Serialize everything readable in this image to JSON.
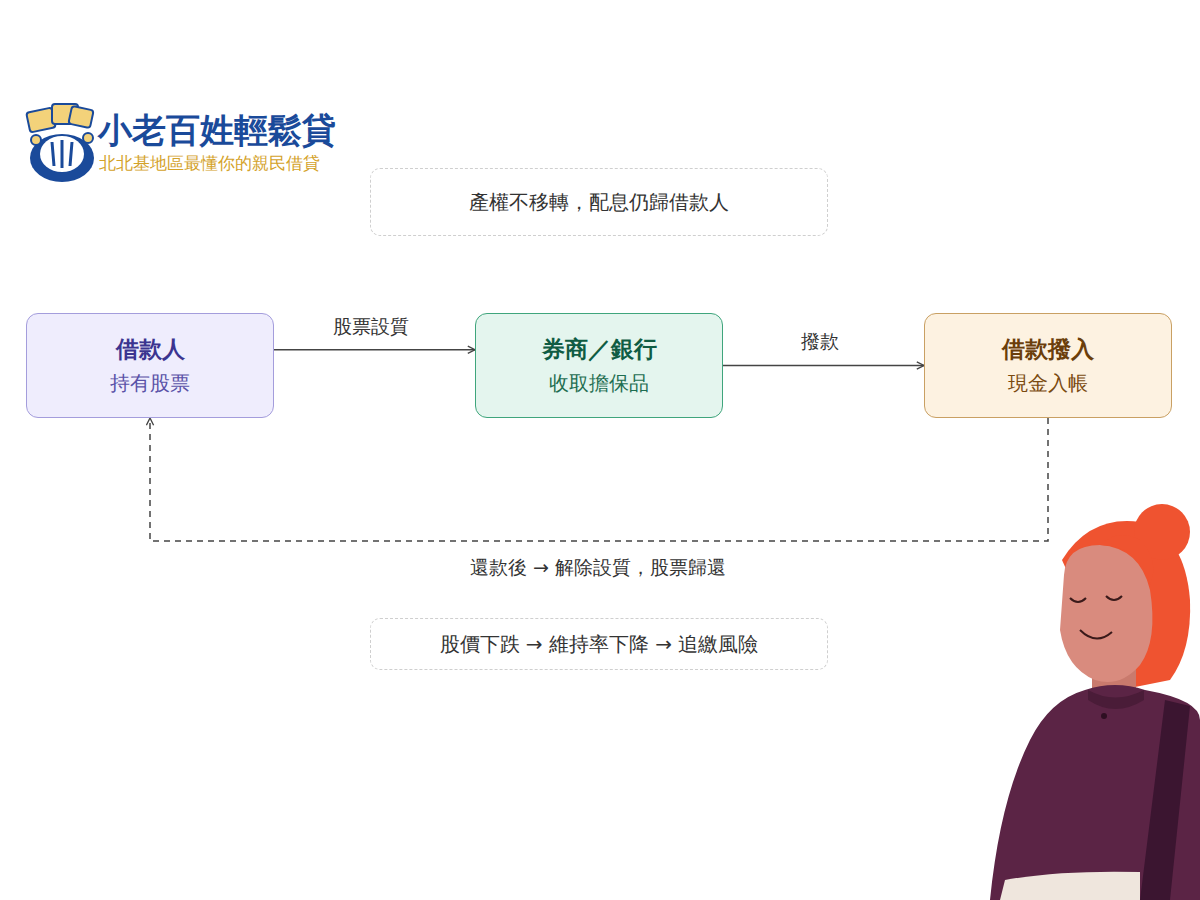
{
  "diagram": {
    "nodes": [
      {
        "text": [
          "產權不移轉，配息仍歸借款人"
        ]
      },
      {
        "text": [
          "借款人",
          "持有股票"
        ]
      },
      {
        "text": [
          "券商／銀行",
          "收取擔保品"
        ]
      },
      {
        "text": [
          "借款撥入",
          "現金入帳"
        ]
      },
      {
        "text": [
          "股價下跌 → 維持率下降 → 追繳風險"
        ]
      }
    ],
    "edges": [
      {
        "from": 1,
        "to": 2,
        "arrow": "to",
        "label": "股票設質"
      },
      {
        "from": 2,
        "to": 3,
        "arrow": "to",
        "label": "撥款"
      },
      {
        "from": 3,
        "to": 1,
        "arrow": "to",
        "label": "還款後 → 解除設質，股票歸還"
      }
    ],
    "labels": [
      "小老百姓輕鬆貸",
      "北北基地區最懂你的親民借貸"
    ]
  }
}
